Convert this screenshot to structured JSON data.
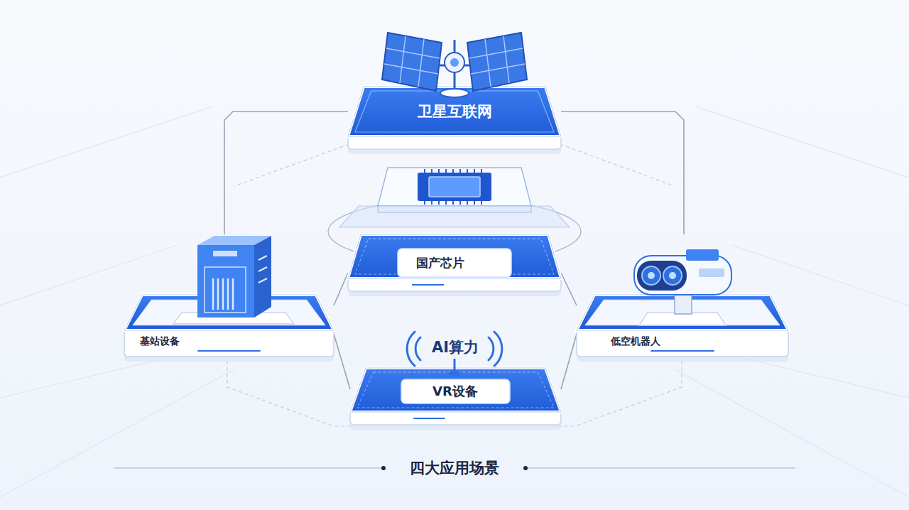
{
  "diagram": {
    "caption": "四大应用场景",
    "nodes": [
      {
        "text": [
          "卫星互联网"
        ]
      },
      {
        "text": [
          "国产芯片"
        ]
      },
      {
        "text": [
          "基站设备"
        ]
      },
      {
        "text": [
          "低空机器人"
        ]
      },
      {
        "text": [
          "AI算力",
          "VR设备"
        ]
      }
    ],
    "edges": [
      {
        "from": 0,
        "to": 2,
        "arrow": "none"
      },
      {
        "from": 0,
        "to": 3,
        "arrow": "none"
      },
      {
        "from": 1,
        "to": 2,
        "arrow": "none"
      },
      {
        "from": 1,
        "to": 3,
        "arrow": "none"
      },
      {
        "from": 2,
        "to": 4,
        "arrow": "none"
      },
      {
        "from": 3,
        "to": 4,
        "arrow": "none"
      }
    ]
  }
}
